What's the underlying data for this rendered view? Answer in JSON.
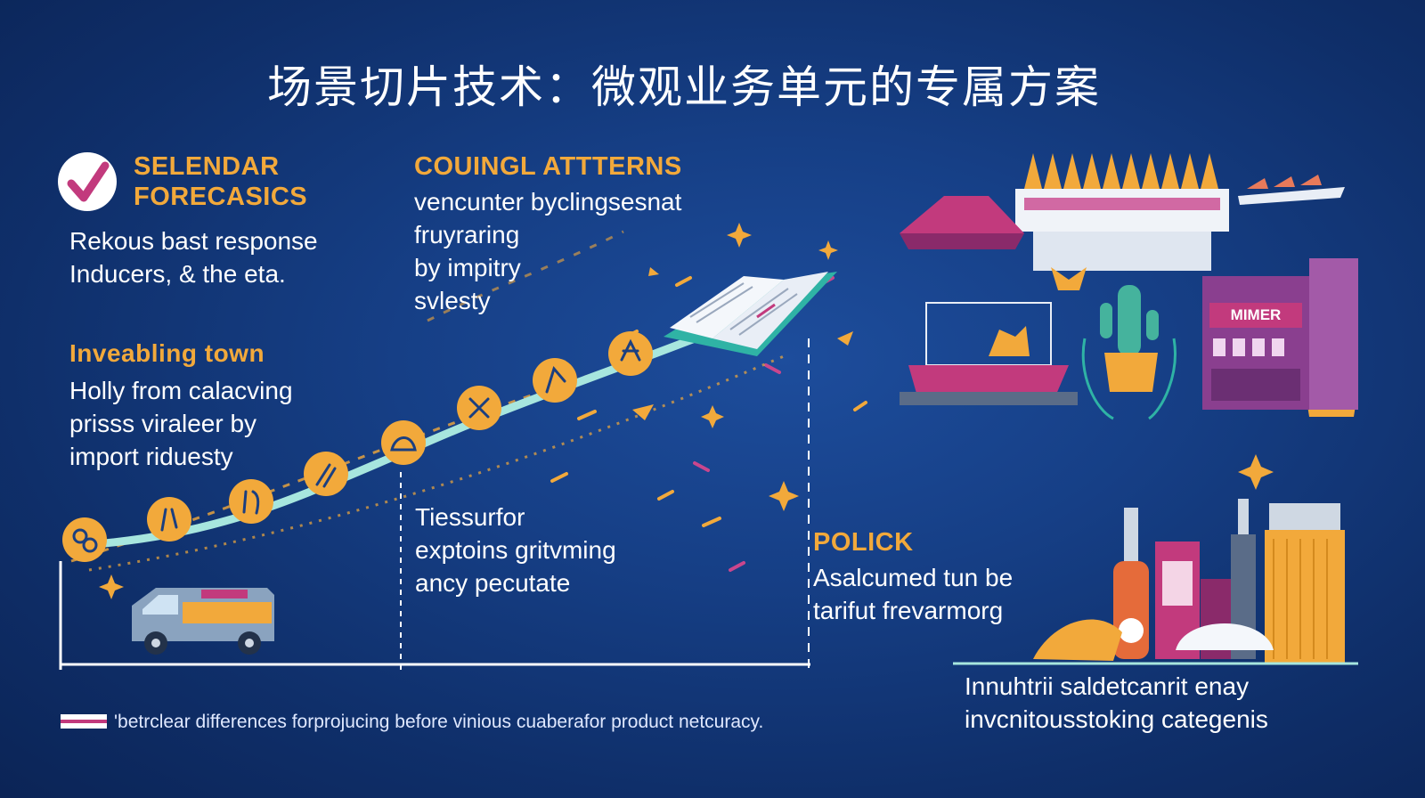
{
  "title": "场景切片技术：微观业务单元的专属方案",
  "blocks": {
    "selendar": {
      "heading_line1": "SELENDAR",
      "heading_line2": "FORECASICS",
      "lines": [
        "Rekous bast response",
        "Inducers, & the eta."
      ]
    },
    "inveabling": {
      "heading": "Inveabling town",
      "lines": [
        "Holly from calacving",
        "prisss viraleer by",
        "import riduesty"
      ]
    },
    "couingl": {
      "heading": "COUINGL ATTTERNS",
      "lines": [
        "vencunter byclingsesnat",
        "fruyraring",
        "by impitry",
        "svlesty"
      ]
    },
    "tiessurfor": {
      "lines": [
        "Tiessurfor",
        "exptoins gritvming",
        "ancy pecutate"
      ]
    },
    "polick": {
      "heading": "POLICK",
      "lines": [
        "Asalcumed tun be",
        "tarifut frevarmorg"
      ]
    },
    "innuhtrii": {
      "lines": [
        "Innuhtrii saldetcanrit enay",
        "invcnitousstoking categenis"
      ]
    }
  },
  "footer": {
    "text": "'betrclear differences forprojucing before vinious cuaberafor product netcuracy."
  },
  "graphics": {
    "shop_sign": "MIMER"
  },
  "icons": [
    "check-icon",
    "car-icon",
    "book-icon",
    "ship-icon",
    "factory-icon",
    "store-icon",
    "cactus-icon",
    "bottles-icon"
  ],
  "colors": {
    "background": "#163f86",
    "accent": "#f2a93b",
    "text": "#ffffff",
    "curve": "#a7e6de"
  }
}
